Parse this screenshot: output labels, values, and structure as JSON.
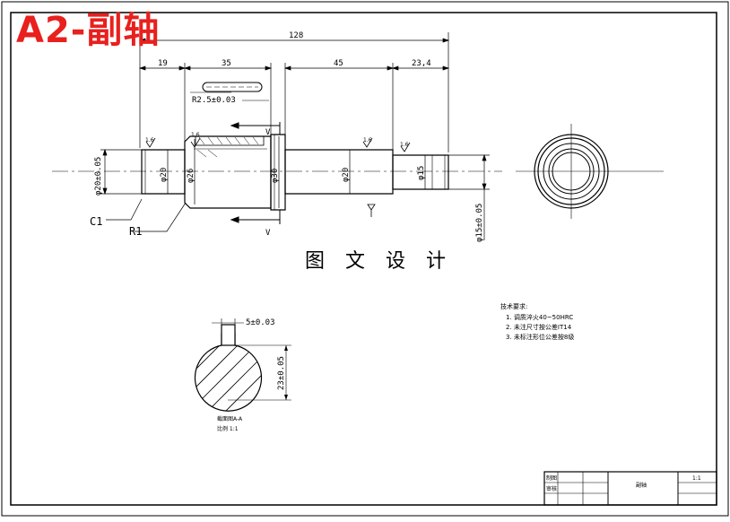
{
  "title": "A2-副轴",
  "watermark": "图 文 设 计",
  "dimensions": {
    "total_length": "128",
    "seg1": "19",
    "seg2": "35",
    "seg3": "45",
    "seg4": "23,4",
    "keyway_radius": "R2.5±0.03",
    "dia_end_tol": "φ20±0.05",
    "dia_20a": "φ20",
    "dia_26": "φ26",
    "dia_30": "φ30",
    "dia_20b": "φ20",
    "dia_15": "φ15",
    "dia_15_tol": "φ15±0.05",
    "chamfer": "C1",
    "fillet": "R1",
    "roughness_1": "1.6",
    "roughness_2": "1.6",
    "roughness_3": "1.6",
    "roughness_4": "1.6",
    "section_v_top": "V",
    "section_v_bottom": "V"
  },
  "section": {
    "key_width": "5±0.03",
    "depth": "23±0.05",
    "caption_line1": "截面图A-A",
    "caption_line2": "比例 1:1"
  },
  "tech_requirements": {
    "heading": "技术要求:",
    "items": [
      "1. 调质淬火40~50HRC",
      "2. 未注尺寸按公差IT14",
      "3. 未标注形位公差按8级"
    ]
  },
  "title_block": {
    "part_name": "副轴",
    "scale": "1:1",
    "row_labels": [
      "制图",
      "审核"
    ]
  }
}
